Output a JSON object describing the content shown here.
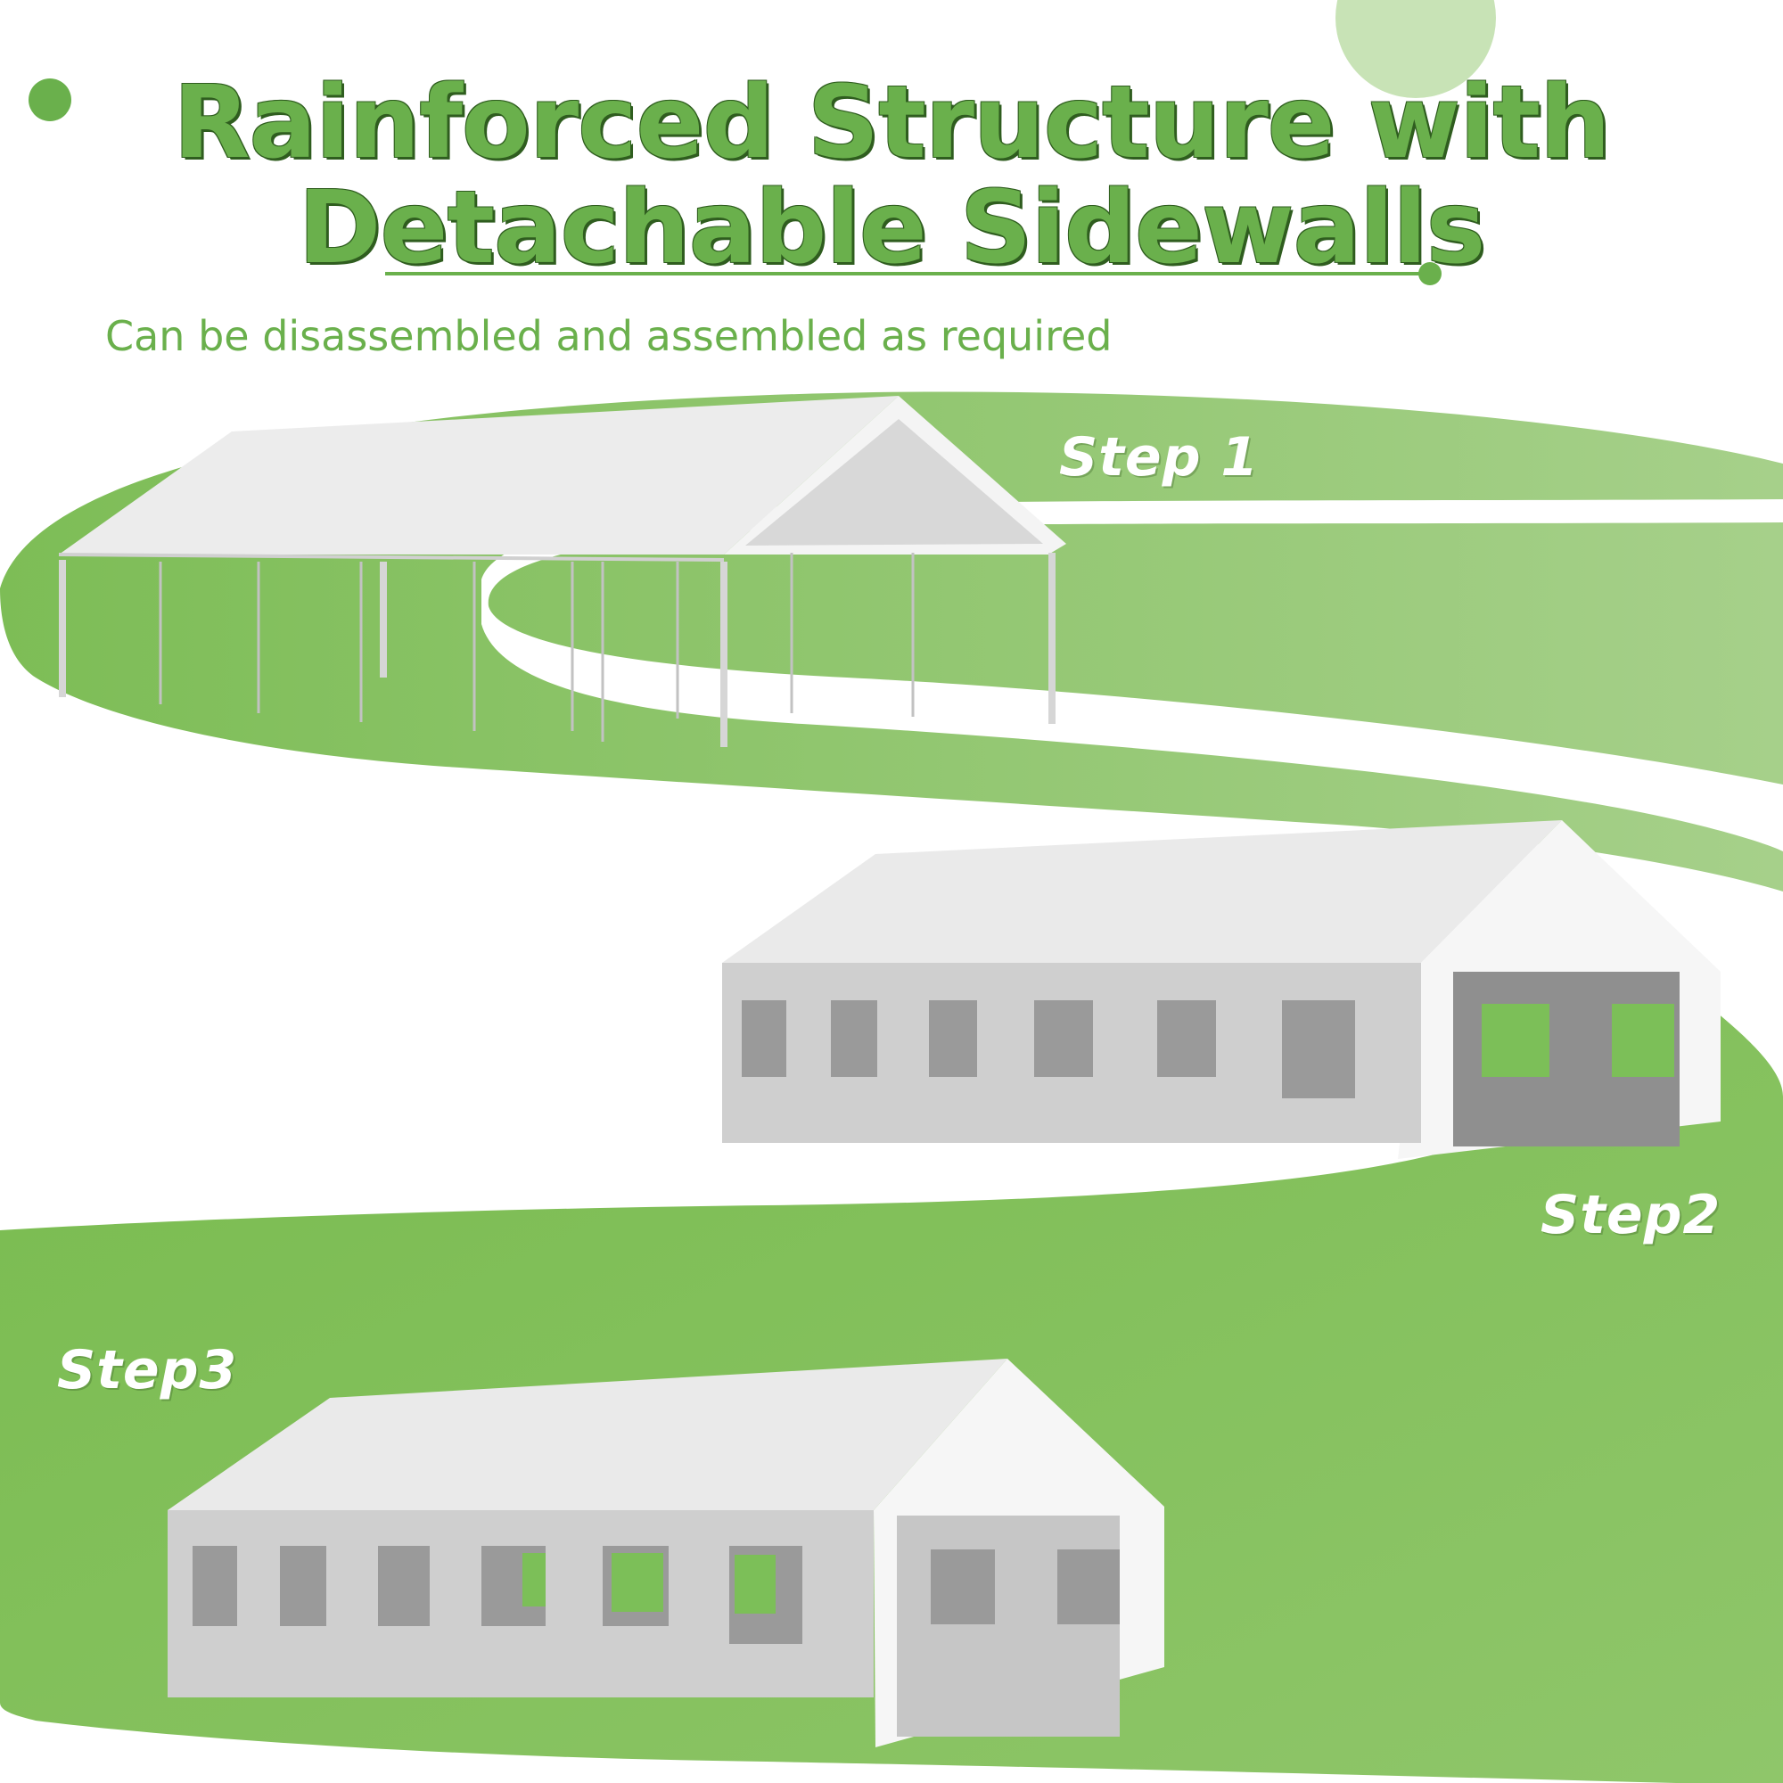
{
  "header": {
    "title_line_1": "Rainforced Structure with",
    "title_line_2": "Detachable Sidewalls",
    "subtitle": "Can be disassembled and assembled as required"
  },
  "steps": [
    {
      "label": "Step 1"
    },
    {
      "label": "Step2"
    },
    {
      "label": "Step3"
    }
  ],
  "colors": {
    "brand_green": "#6ab04c",
    "dark_green_outline": "#2f5d1f",
    "light_green": "#a8d08d",
    "mid_green": "#7cbf58",
    "tent_white": "#eeeeee",
    "tent_gray": "#c9c9c9"
  }
}
